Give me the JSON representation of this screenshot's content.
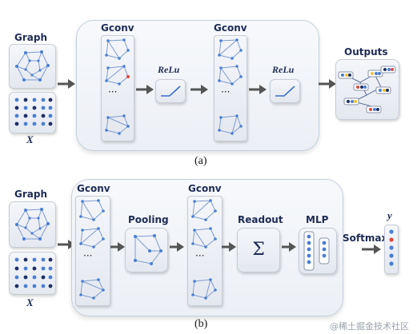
{
  "diagram_a": {
    "graph_label": "Graph",
    "x_label": "X",
    "gconv_1": "Gconv",
    "gconv_2": "Gconv",
    "relu_1": "ReLu",
    "relu_2": "ReLu",
    "ellipsis_1": "···",
    "ellipsis_2": "···",
    "outputs_label": "Outputs",
    "caption": "(a)"
  },
  "diagram_b": {
    "graph_label": "Graph",
    "x_label": "X",
    "gconv_1": "Gconv",
    "gconv_2": "Gconv",
    "ellipsis_1": "···",
    "ellipsis_2": "···",
    "pooling_label": "Pooling",
    "readout_label": "Readout",
    "sum_symbol": "Σ",
    "mlp_label": "MLP",
    "softmax_label": "Softmax",
    "y_label": "y",
    "caption": "(b)"
  },
  "watermark": "@稀土掘金技术社区",
  "colors": {
    "node_blue": "#4a7fd4",
    "node_navy": "#1e2f66",
    "node_red": "#e0483c",
    "node_yellow": "#f2c233",
    "edge": "#7f9bd0"
  }
}
